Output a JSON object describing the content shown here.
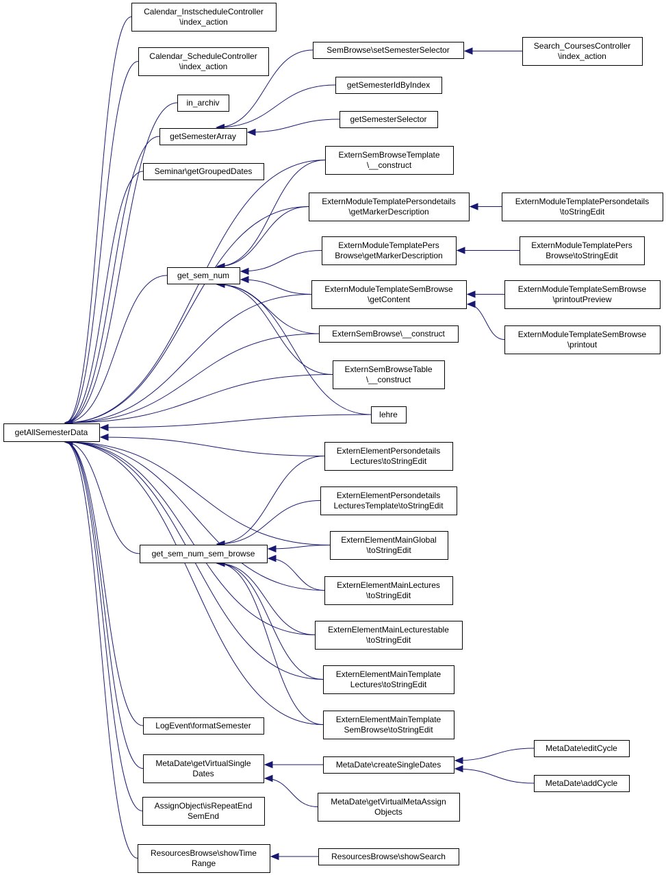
{
  "diagram": {
    "root": "getAllSemesterData",
    "nodes": [
      {
        "id": "root",
        "lines": [
          "getAllSemesterData"
        ]
      },
      {
        "id": "calinst",
        "lines": [
          "Calendar_InstscheduleController",
          "\\index_action"
        ]
      },
      {
        "id": "calsched",
        "lines": [
          "Calendar_ScheduleController",
          "\\index_action"
        ]
      },
      {
        "id": "inarchiv",
        "lines": [
          "in_archiv"
        ]
      },
      {
        "id": "getsemarr",
        "lines": [
          "getSemesterArray"
        ]
      },
      {
        "id": "semgrouped",
        "lines": [
          "Seminar\\getGroupedDates"
        ]
      },
      {
        "id": "getsemnum",
        "lines": [
          "get_sem_num"
        ]
      },
      {
        "id": "getsemnumsb",
        "lines": [
          "get_sem_num_sem_browse"
        ]
      },
      {
        "id": "logevent",
        "lines": [
          "LogEvent\\formatSemester"
        ]
      },
      {
        "id": "metavirt",
        "lines": [
          "MetaDate\\getVirtualSingle",
          "Dates"
        ]
      },
      {
        "id": "assignobj",
        "lines": [
          "AssignObject\\isRepeatEnd",
          "SemEnd"
        ]
      },
      {
        "id": "resshowtime",
        "lines": [
          "ResourcesBrowse\\showTime",
          "Range"
        ]
      },
      {
        "id": "semsetsel",
        "lines": [
          "SemBrowse\\setSemesterSelector"
        ]
      },
      {
        "id": "getsemidx",
        "lines": [
          "getSemesterIdByIndex"
        ]
      },
      {
        "id": "getsemsel",
        "lines": [
          "getSemesterSelector"
        ]
      },
      {
        "id": "extsbtpl",
        "lines": [
          "ExternSemBrowseTemplate",
          "\\__construct"
        ]
      },
      {
        "id": "extmtpdmark",
        "lines": [
          "ExternModuleTemplatePersondetails",
          "\\getMarkerDescription"
        ]
      },
      {
        "id": "extmtppbmark",
        "lines": [
          "ExternModuleTemplatePers",
          "Browse\\getMarkerDescription"
        ]
      },
      {
        "id": "extmtsbcontent",
        "lines": [
          "ExternModuleTemplateSemBrowse",
          "\\getContent"
        ]
      },
      {
        "id": "extsbcons",
        "lines": [
          "ExternSemBrowse\\__construct"
        ]
      },
      {
        "id": "extsbtable",
        "lines": [
          "ExternSemBrowseTable",
          "\\__construct"
        ]
      },
      {
        "id": "lehre",
        "lines": [
          "lehre"
        ]
      },
      {
        "id": "eepdlect",
        "lines": [
          "ExternElementPersondetails",
          "Lectures\\toStringEdit"
        ]
      },
      {
        "id": "eepdlecttpl",
        "lines": [
          "ExternElementPersondetails",
          "LecturesTemplate\\toStringEdit"
        ]
      },
      {
        "id": "eemglobal",
        "lines": [
          "ExternElementMainGlobal",
          "\\toStringEdit"
        ]
      },
      {
        "id": "eemlect",
        "lines": [
          "ExternElementMainLectures",
          "\\toStringEdit"
        ]
      },
      {
        "id": "eemlecttable",
        "lines": [
          "ExternElementMainLecturestable",
          "\\toStringEdit"
        ]
      },
      {
        "id": "eemtpllect",
        "lines": [
          "ExternElementMainTemplate",
          "Lectures\\toStringEdit"
        ]
      },
      {
        "id": "eemtplsb",
        "lines": [
          "ExternElementMainTemplate",
          "SemBrowse\\toStringEdit"
        ]
      },
      {
        "id": "metacreate",
        "lines": [
          "MetaDate\\createSingleDates"
        ]
      },
      {
        "id": "metavirtassign",
        "lines": [
          "MetaDate\\getVirtualMetaAssign",
          "Objects"
        ]
      },
      {
        "id": "resshowsearch",
        "lines": [
          "ResourcesBrowse\\showSearch"
        ]
      },
      {
        "id": "searchcourses",
        "lines": [
          "Search_CoursesController",
          "\\index_action"
        ]
      },
      {
        "id": "extmtpdtostr",
        "lines": [
          "ExternModuleTemplatePersondetails",
          "\\toStringEdit"
        ]
      },
      {
        "id": "extmtppbtostr",
        "lines": [
          "ExternModuleTemplatePers",
          "Browse\\toStringEdit"
        ]
      },
      {
        "id": "extmtsbpreview",
        "lines": [
          "ExternModuleTemplateSemBrowse",
          "\\printoutPreview"
        ]
      },
      {
        "id": "extmtsbprintout",
        "lines": [
          "ExternModuleTemplateSemBrowse",
          "\\printout"
        ]
      },
      {
        "id": "metaeditcycle",
        "lines": [
          "MetaDate\\editCycle"
        ]
      },
      {
        "id": "metaaddcycle",
        "lines": [
          "MetaDate\\addCycle"
        ]
      }
    ],
    "edges": [
      {
        "from": "calinst",
        "to": "root"
      },
      {
        "from": "calsched",
        "to": "root"
      },
      {
        "from": "inarchiv",
        "to": "root"
      },
      {
        "from": "getsemarr",
        "to": "root"
      },
      {
        "from": "semgrouped",
        "to": "root"
      },
      {
        "from": "extsbtpl",
        "to": "root"
      },
      {
        "from": "extmtpdmark",
        "to": "root"
      },
      {
        "from": "getsemnum",
        "to": "root"
      },
      {
        "from": "extmtsbcontent",
        "to": "root"
      },
      {
        "from": "extsbcons",
        "to": "root"
      },
      {
        "from": "extsbtable",
        "to": "root"
      },
      {
        "from": "lehre",
        "to": "root"
      },
      {
        "from": "eepdlect",
        "to": "root"
      },
      {
        "from": "eemglobal",
        "to": "root"
      },
      {
        "from": "getsemnumsb",
        "to": "root"
      },
      {
        "from": "eemlect",
        "to": "root"
      },
      {
        "from": "eemlecttable",
        "to": "root"
      },
      {
        "from": "eemtpllect",
        "to": "root"
      },
      {
        "from": "eemtplsb",
        "to": "root"
      },
      {
        "from": "logevent",
        "to": "root"
      },
      {
        "from": "metavirt",
        "to": "root"
      },
      {
        "from": "assignobj",
        "to": "root"
      },
      {
        "from": "resshowtime",
        "to": "root"
      },
      {
        "from": "semsetsel",
        "to": "getsemarr"
      },
      {
        "from": "getsemidx",
        "to": "getsemarr"
      },
      {
        "from": "getsemsel",
        "to": "getsemarr"
      },
      {
        "from": "extsbtpl",
        "to": "getsemnum"
      },
      {
        "from": "extmtpdmark",
        "to": "getsemnum"
      },
      {
        "from": "extmtppbmark",
        "to": "getsemnum"
      },
      {
        "from": "extmtsbcontent",
        "to": "getsemnum"
      },
      {
        "from": "extsbcons",
        "to": "getsemnum"
      },
      {
        "from": "extsbtable",
        "to": "getsemnum"
      },
      {
        "from": "lehre",
        "to": "getsemnum"
      },
      {
        "from": "eepdlect",
        "to": "getsemnumsb"
      },
      {
        "from": "eepdlecttpl",
        "to": "getsemnumsb"
      },
      {
        "from": "eemglobal",
        "to": "getsemnumsb"
      },
      {
        "from": "eemlect",
        "to": "getsemnumsb"
      },
      {
        "from": "eemlecttable",
        "to": "getsemnumsb"
      },
      {
        "from": "eemtpllect",
        "to": "getsemnumsb"
      },
      {
        "from": "eemtplsb",
        "to": "getsemnumsb"
      },
      {
        "from": "metacreate",
        "to": "metavirt"
      },
      {
        "from": "metavirtassign",
        "to": "metavirt"
      },
      {
        "from": "resshowsearch",
        "to": "resshowtime"
      },
      {
        "from": "searchcourses",
        "to": "semsetsel"
      },
      {
        "from": "extmtpdtostr",
        "to": "extmtpdmark"
      },
      {
        "from": "extmtppbtostr",
        "to": "extmtppbmark"
      },
      {
        "from": "extmtsbpreview",
        "to": "extmtsbcontent"
      },
      {
        "from": "extmtsbprintout",
        "to": "extmtsbcontent"
      },
      {
        "from": "metaeditcycle",
        "to": "metacreate"
      },
      {
        "from": "metaaddcycle",
        "to": "metacreate"
      }
    ]
  }
}
